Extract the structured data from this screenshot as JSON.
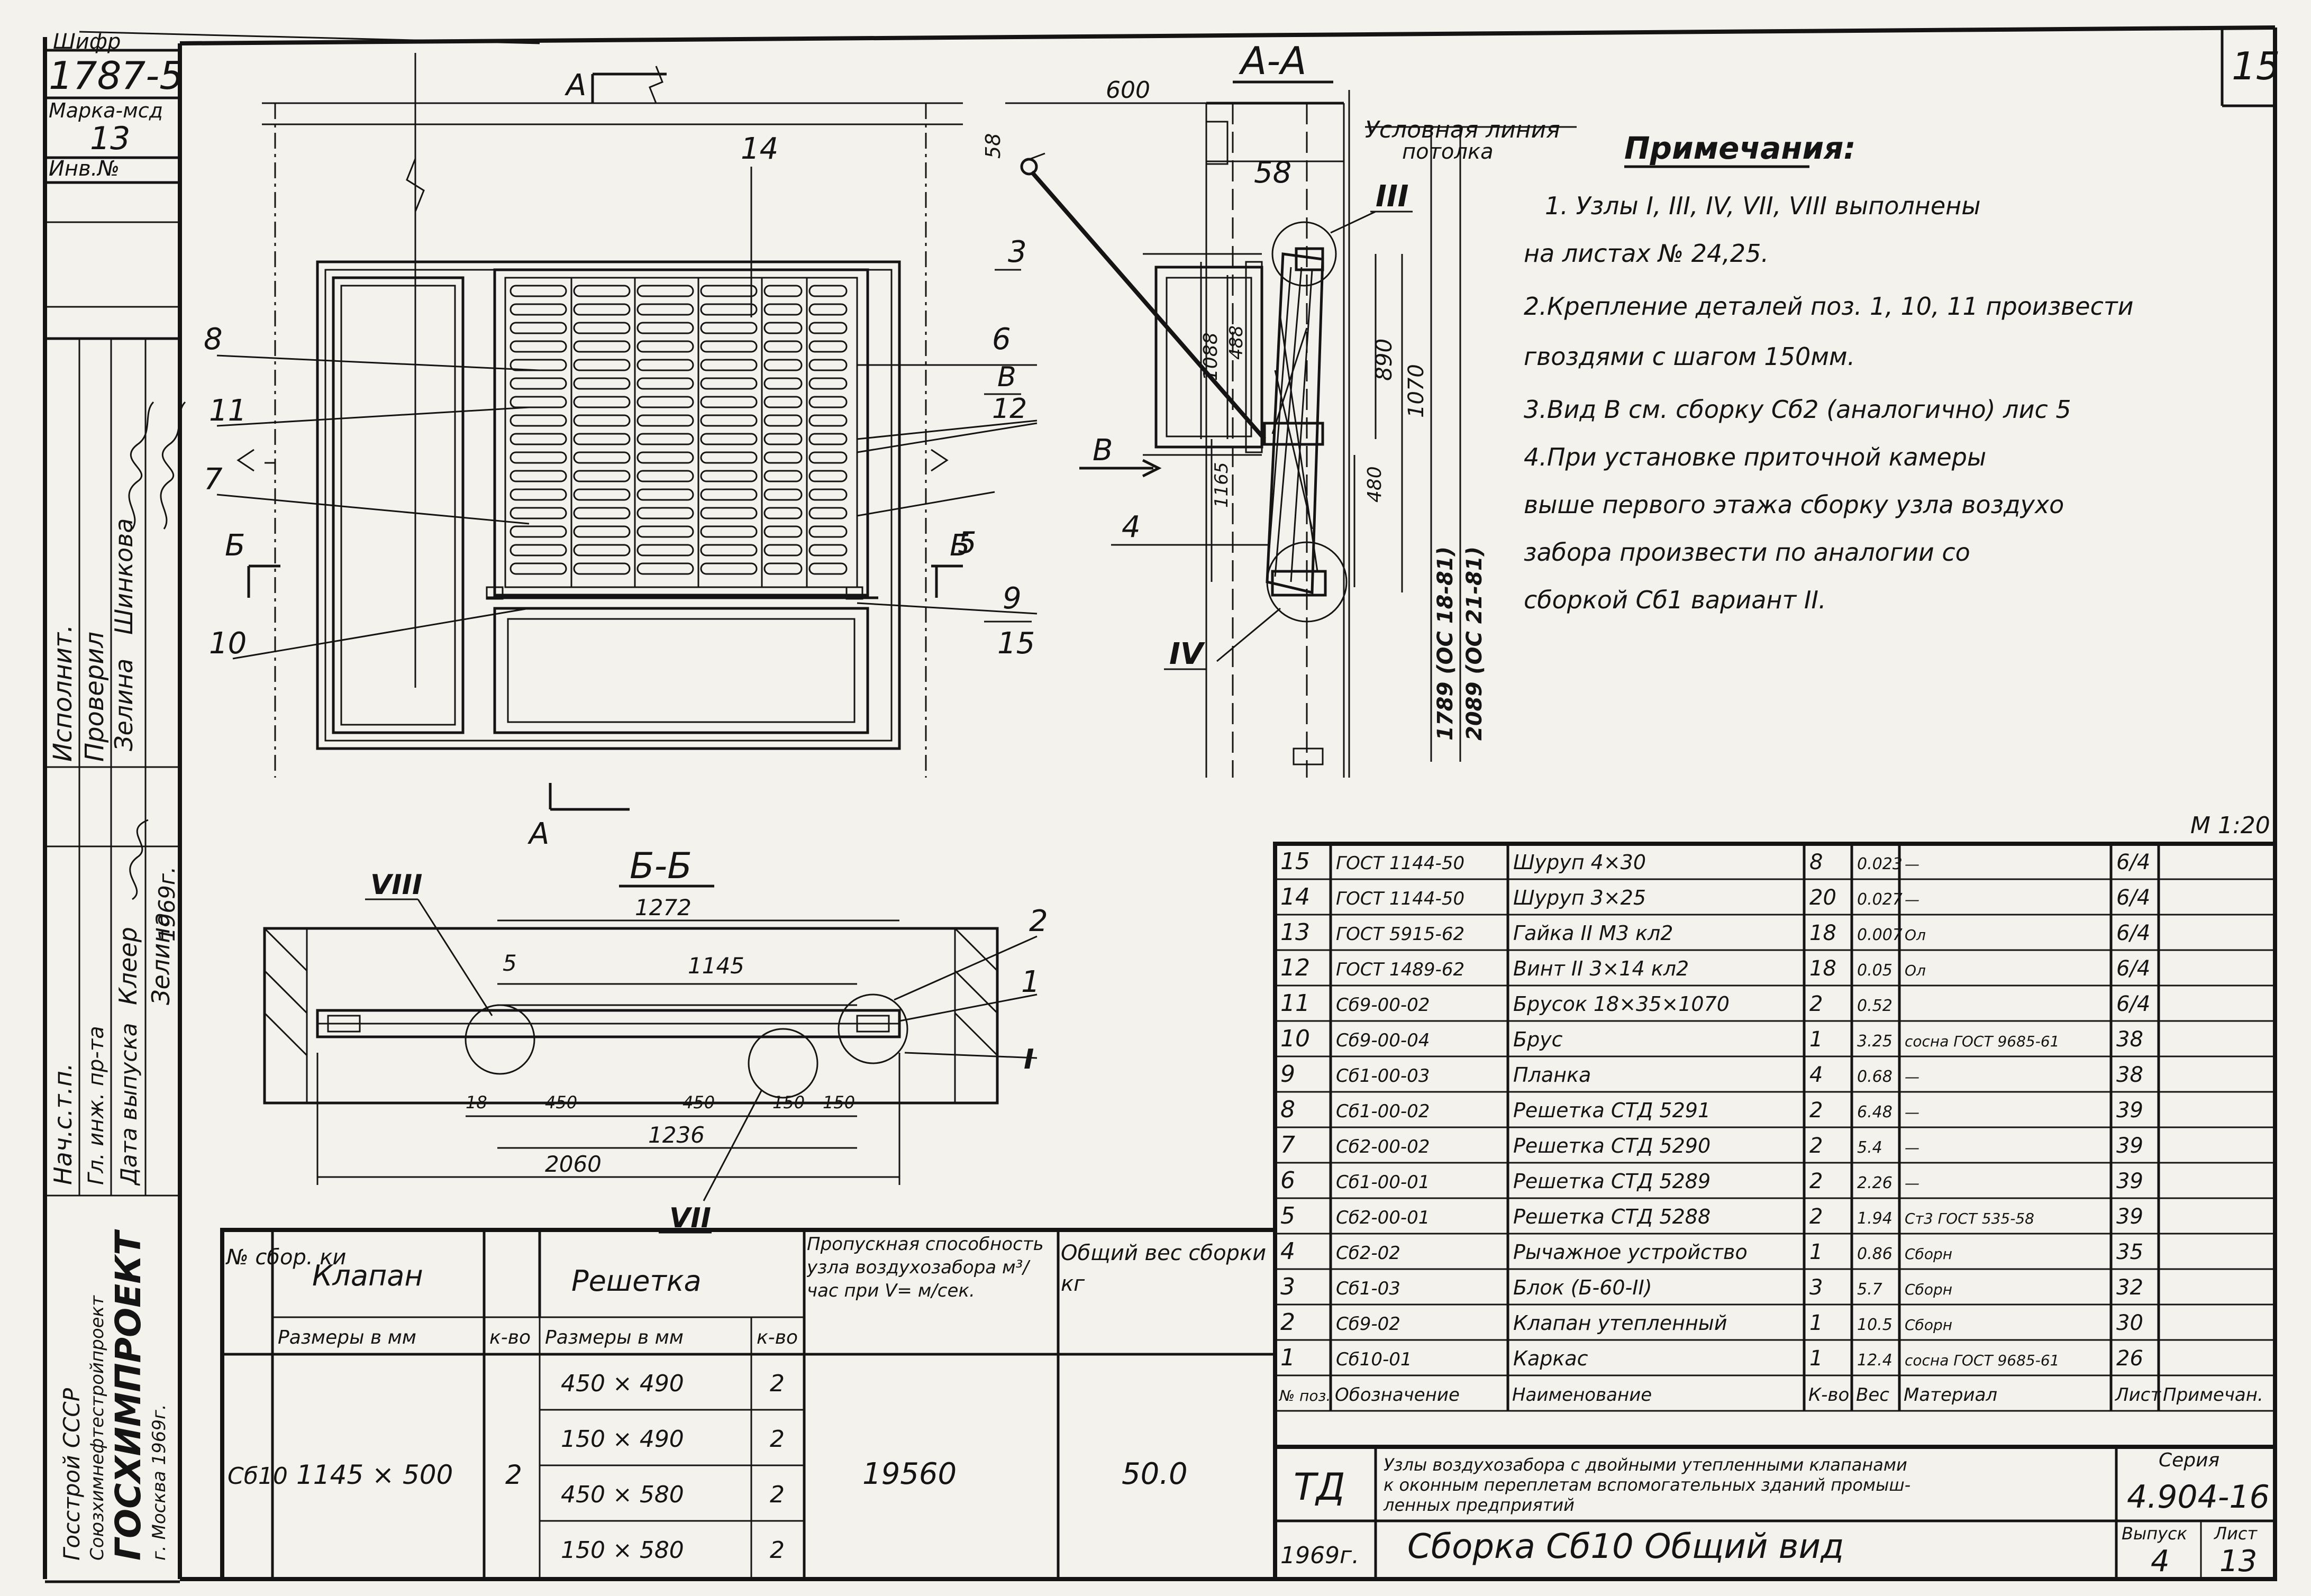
{
  "sheet_number": "15",
  "scale": "М 1:20",
  "left_strip": {
    "shifr_label": "Шифр",
    "shifr_value": "1787-5",
    "marka_label": "Марка-мсд",
    "marka_value": "13",
    "inv_label": "Инв.№",
    "roles": [
      "Исполнит.",
      "Проверил",
      "Нач.с.т.п.",
      "Гл. инж. пр-та",
      "Дата выпуска"
    ],
    "names": [
      "Шинкова",
      "Зелина",
      "Клеер",
      "Зелина",
      "1969г."
    ],
    "org_top": "Госстрой СССР",
    "org_sub": "Союзхимнефтестройпроект",
    "org_name": "ГОСХИМПРОЕКТ",
    "org_city": "г. Москва 1969г."
  },
  "views": {
    "aa_title": "А-А",
    "bb_title": "Б-Б",
    "cut_a": "А",
    "cut_b": "Б",
    "cut_v": "В",
    "ceiling_label_1": "Условная линия",
    "ceiling_label_2": "потолка",
    "node_labels": [
      "III",
      "IV",
      "VIII",
      "VII",
      "I"
    ],
    "front_callouts": [
      "8",
      "11",
      "7",
      "10",
      "14",
      "6",
      "В",
      "12",
      "5",
      "9",
      "15",
      "3",
      "4",
      "2",
      "1"
    ],
    "dims_aa": [
      "600",
      "58",
      "58",
      "1088",
      "488",
      "890",
      "1070",
      "1165",
      "480",
      "1789 (ОС 18-81)",
      "2089 (ОС 21-81)"
    ],
    "dims_bb": [
      "1272",
      "5",
      "1145",
      "18",
      "450",
      "450",
      "150",
      "150",
      "1236",
      "2060"
    ]
  },
  "notes": {
    "title": "Примечания:",
    "lines": [
      "1. Узлы I, III, IV, VII, VIII выполнены",
      "на листах № 24,25.",
      "2.Крепление деталей поз. 1, 10, 11 произвести",
      "гвоздями с шагом 150мм.",
      "3.Вид В см. сборку Сб2 (аналогично) лис 5",
      "4.При установке приточной камеры",
      "выше первого этажа сборку узла воздухо",
      "забора произвести по аналогии со",
      "сборкой Сб1 вариант II."
    ]
  },
  "spec_table": {
    "headers": [
      "№ поз.",
      "Обозначение",
      "Наименование",
      "К-во",
      "Вес",
      "Материал",
      "Лист",
      "Примечан."
    ],
    "rows": [
      [
        "15",
        "ГОСТ 1144-50",
        "Шуруп 4×30",
        "8",
        "0.023",
        "—",
        "6/4",
        ""
      ],
      [
        "14",
        "ГОСТ 1144-50",
        "Шуруп 3×25",
        "20",
        "0.027",
        "—",
        "6/4",
        ""
      ],
      [
        "13",
        "ГОСТ 5915-62",
        "Гайка II М3 кл2",
        "18",
        "0.007",
        "Ол",
        "6/4",
        ""
      ],
      [
        "12",
        "ГОСТ 1489-62",
        "Винт II 3×14 кл2",
        "18",
        "0.05",
        "Ол",
        "6/4",
        ""
      ],
      [
        "11",
        "Сб9-00-02",
        "Брусок 18×35×1070",
        "2",
        "0.52",
        "",
        "6/4",
        ""
      ],
      [
        "10",
        "Сб9-00-04",
        "Брус",
        "1",
        "3.25",
        "сосна ГОСТ 9685-61",
        "38",
        ""
      ],
      [
        "9",
        "Сб1-00-03",
        "Планка",
        "4",
        "0.68",
        "—",
        "38",
        ""
      ],
      [
        "8",
        "Сб1-00-02",
        "Решетка СТД 5291",
        "2",
        "6.48",
        "—",
        "39",
        ""
      ],
      [
        "7",
        "Сб2-00-02",
        "Решетка СТД 5290",
        "2",
        "5.4",
        "—",
        "39",
        ""
      ],
      [
        "6",
        "Сб1-00-01",
        "Решетка СТД 5289",
        "2",
        "2.26",
        "—",
        "39",
        ""
      ],
      [
        "5",
        "Сб2-00-01",
        "Решетка СТД 5288",
        "2",
        "1.94",
        "Ст3 ГОСТ 535-58",
        "39",
        ""
      ],
      [
        "4",
        "Сб2-02",
        "Рычажное устройство",
        "1",
        "0.86",
        "Сборн",
        "35",
        ""
      ],
      [
        "3",
        "Сб1-03",
        "Блок (Б-60-II)",
        "3",
        "5.7",
        "Сборн",
        "32",
        ""
      ],
      [
        "2",
        "Сб9-02",
        "Клапан утепленный",
        "1",
        "10.5",
        "Сборн",
        "30",
        ""
      ],
      [
        "1",
        "Сб10-01",
        "Каркас",
        "1",
        "12.4",
        "сосна ГОСТ 9685-61",
        "26",
        ""
      ]
    ]
  },
  "valve_table": {
    "headers": {
      "no": "№ сбор. ки",
      "valve": "Клапан",
      "grille": "Решетка",
      "capacity": "Пропускная способность узла воздухозабора м³/час при V= м/сек.",
      "weight": "Общий вес сборки кг",
      "sizes": "Размеры в мм",
      "qty": "к-во"
    },
    "row": {
      "no": "Сб10",
      "valve_size": "1145 × 500",
      "valve_qty": "2",
      "grille_sizes": [
        "450 × 490",
        "150 × 490",
        "450 × 580",
        "150 × 580"
      ],
      "grille_qtys": [
        "2",
        "2",
        "2",
        "2"
      ],
      "capacity": "19560",
      "weight": "50.0"
    }
  },
  "title_block": {
    "code": "ТД",
    "description_1": "Узлы воздухозабора с двойными утепленными клапанами",
    "description_2": "к оконным переплетам вспомогательных зданий промыш-",
    "description_3": "ленных предприятий",
    "series_label": "Серия",
    "series": "4.904-16",
    "year": "1969г.",
    "assembly_title": "Сборка Сб10   Общий вид",
    "issue_label": "Выпуск",
    "issue": "4",
    "sheet_label": "Лист",
    "sheet": "13"
  }
}
